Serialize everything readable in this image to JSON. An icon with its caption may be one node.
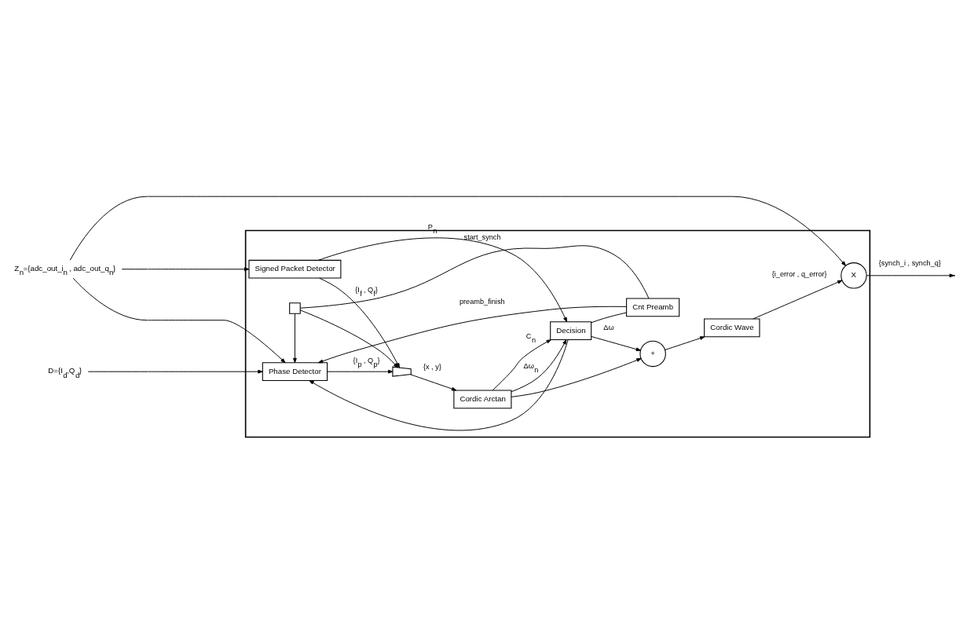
{
  "diagram": {
    "nodes": [
      {
        "text": [],
        "shape": "box"
      },
      {
        "text": [
          "Signed Packet Detector"
        ],
        "in": 0
      },
      {
        "text": [],
        "shape": "trapezoid",
        "in": 0
      },
      {
        "text": [
          "Cordic Arctan"
        ],
        "in": 0
      },
      {
        "text": [
          "Decision"
        ],
        "in": 0
      },
      {
        "text": [],
        "shape": "box",
        "in": 0
      },
      {
        "text": [
          "Phase Detector"
        ],
        "in": 0
      },
      {
        "text": [
          "Cnt Preamb"
        ],
        "in": 0
      },
      {
        "text": [
          "+"
        ],
        "in": 0
      },
      {
        "text": [
          "Cordic Wave"
        ],
        "in": 0
      },
      {
        "text": [
          "X"
        ],
        "in": 0
      },
      {
        "text": [
          "Z$_{n}$={adc_out_i$_{n}$ , adc_out_q$_{n}$}"
        ]
      },
      {
        "text": [
          "D={I$_{d}$,Q$_{d}$}"
        ]
      }
    ],
    "edges": [
      {
        "from": 11,
        "to": 6,
        "arrow": "to"
      },
      {
        "from": 11,
        "to": 1,
        "arrow": "to"
      },
      {
        "from": 11,
        "to": 10,
        "arrow": "to"
      },
      {
        "from": 12,
        "to": 6,
        "arrow": "to"
      },
      {
        "from": 1,
        "to": 4,
        "arrow": "to",
        "label": "P$_{n}$"
      },
      {
        "from": 1,
        "to": 2,
        "arrow": "to",
        "label": "{I$_{f}$ , Q$_{f}$}"
      },
      {
        "from": 6,
        "to": 2,
        "arrow": "to",
        "label": "{I$_{p}$ , Q$_{p}$}"
      },
      {
        "from": 2,
        "to": 3,
        "arrow": "to",
        "label": "{x , y}"
      },
      {
        "from": 3,
        "to": 4,
        "arrow": "to",
        "label": "C$_{n}$"
      },
      {
        "from": 3,
        "to": 4,
        "arrow": "to",
        "label": "Δω$_{n}$"
      },
      {
        "from": 3,
        "to": 8,
        "arrow": "to"
      },
      {
        "from": 4,
        "to": 7,
        "arrow": "none"
      },
      {
        "from": 7,
        "to": 5,
        "arrow": "none",
        "label": "start_synch"
      },
      {
        "from": 5,
        "to": 2,
        "arrow": "to"
      },
      {
        "from": 5,
        "to": 6,
        "arrow": "to"
      },
      {
        "from": 4,
        "to": 8,
        "arrow": "to",
        "label": "Δω"
      },
      {
        "from": 4,
        "to": 6,
        "arrow": "to"
      },
      {
        "from": 7,
        "to": 6,
        "arrow": "to",
        "label": "preamb_finish"
      },
      {
        "from": 8,
        "to": 9,
        "arrow": "to"
      },
      {
        "from": 9,
        "to": 10,
        "arrow": "to",
        "label": "{i_error , q_error}"
      },
      {
        "from": 10,
        "to": null,
        "arrow": "to",
        "label": "{synch_i , synch_q}"
      }
    ]
  }
}
